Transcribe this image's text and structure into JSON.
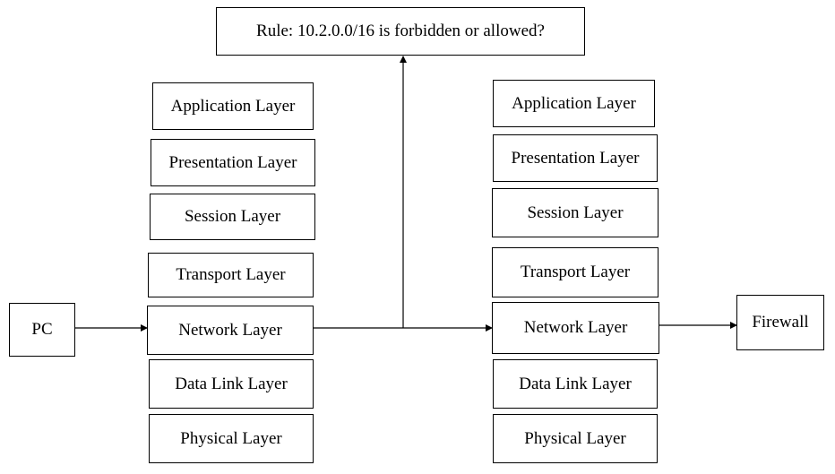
{
  "rule": {
    "label": "Rule: 10.2.0.0/16 is forbidden or allowed?"
  },
  "pc": {
    "label": "PC"
  },
  "firewall": {
    "label": "Firewall"
  },
  "left_stack": {
    "layers": [
      "Application Layer",
      "Presentation Layer",
      "Session Layer",
      "Transport Layer",
      "Network Layer",
      "Data Link Layer",
      "Physical Layer"
    ]
  },
  "right_stack": {
    "layers": [
      "Application Layer",
      "Presentation Layer",
      "Session Layer",
      "Transport Layer",
      "Network Layer",
      "Data Link Layer",
      "Physical Layer"
    ]
  }
}
